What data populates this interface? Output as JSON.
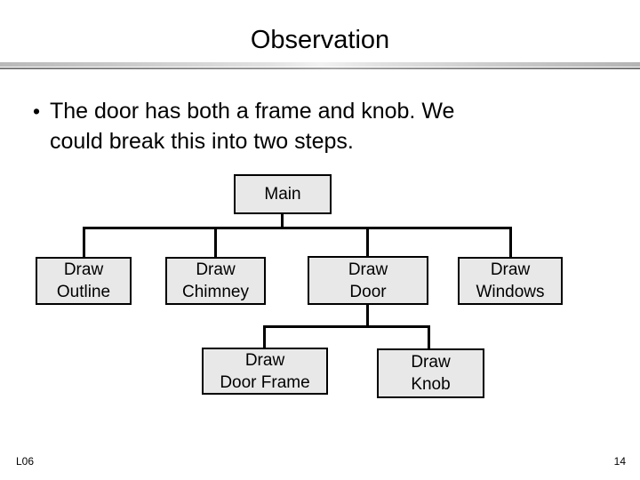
{
  "slide": {
    "title": "Observation",
    "bullet": {
      "marker": "•",
      "line1": "The door has both a frame and knob.  We",
      "line2": "could break this into two steps."
    },
    "footer": {
      "left": "L06",
      "page": "14"
    },
    "colors": {
      "node_fill": "#e8e8e8",
      "node_border": "#000000",
      "text": "#000000",
      "background": "#ffffff",
      "rule_light": "#c9c9c9",
      "rule_dark": "#868686"
    }
  },
  "diagram": {
    "type": "tree",
    "nodes": [
      {
        "id": "main",
        "level": 0,
        "line1": "Main",
        "line2": ""
      },
      {
        "id": "outline",
        "level": 1,
        "line1": "Draw",
        "line2": "Outline"
      },
      {
        "id": "chimney",
        "level": 1,
        "line1": "Draw",
        "line2": "Chimney"
      },
      {
        "id": "door",
        "level": 1,
        "line1": "Draw",
        "line2": "Door"
      },
      {
        "id": "windows",
        "level": 1,
        "line1": "Draw",
        "line2": "Windows"
      },
      {
        "id": "door-frame",
        "level": 2,
        "line1": "Draw",
        "line2": "Door Frame"
      },
      {
        "id": "knob",
        "level": 2,
        "line1": "Draw",
        "line2": "Knob"
      }
    ],
    "edges": [
      {
        "from": "main",
        "to": "outline"
      },
      {
        "from": "main",
        "to": "chimney"
      },
      {
        "from": "main",
        "to": "door"
      },
      {
        "from": "main",
        "to": "windows"
      },
      {
        "from": "door",
        "to": "door-frame"
      },
      {
        "from": "door",
        "to": "knob"
      }
    ]
  }
}
